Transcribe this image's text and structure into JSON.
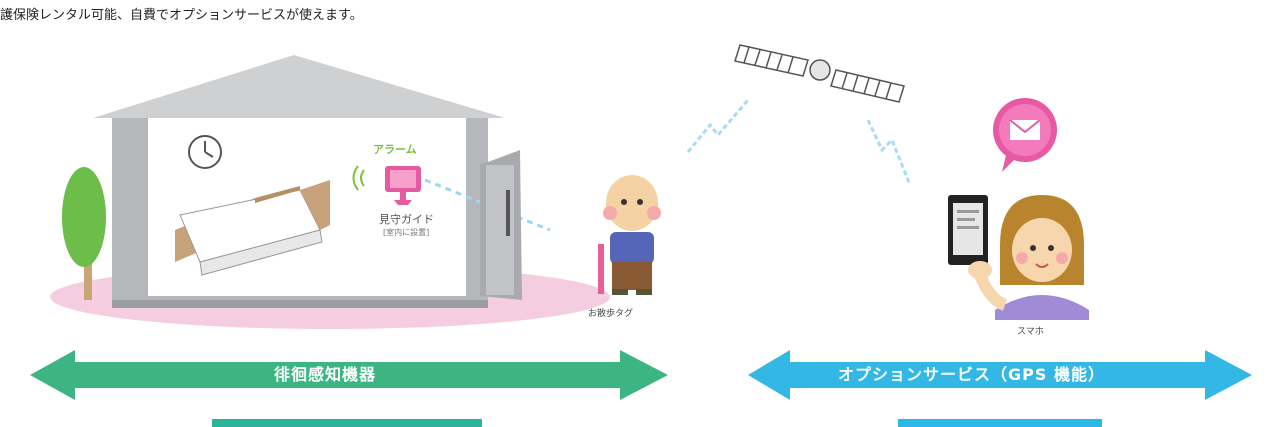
{
  "caption": "護保険レンタル可能、自費でオプションサービスが使えます。",
  "labels": {
    "alarm": "アラーム",
    "guide": "見守ガイド",
    "guide_sub": "[室内に設置]",
    "tag": "お散歩タグ",
    "phone": "スマホ"
  },
  "arrows": {
    "left": "徘徊感知機器",
    "right": "オプションサービス（GPS 機能）"
  },
  "colors": {
    "left_arrow": "#3cb583",
    "right_arrow": "#33b8e6",
    "floor": "#f3c4da",
    "roof": "#cfd0d2",
    "wall": "#b0b1b4"
  }
}
